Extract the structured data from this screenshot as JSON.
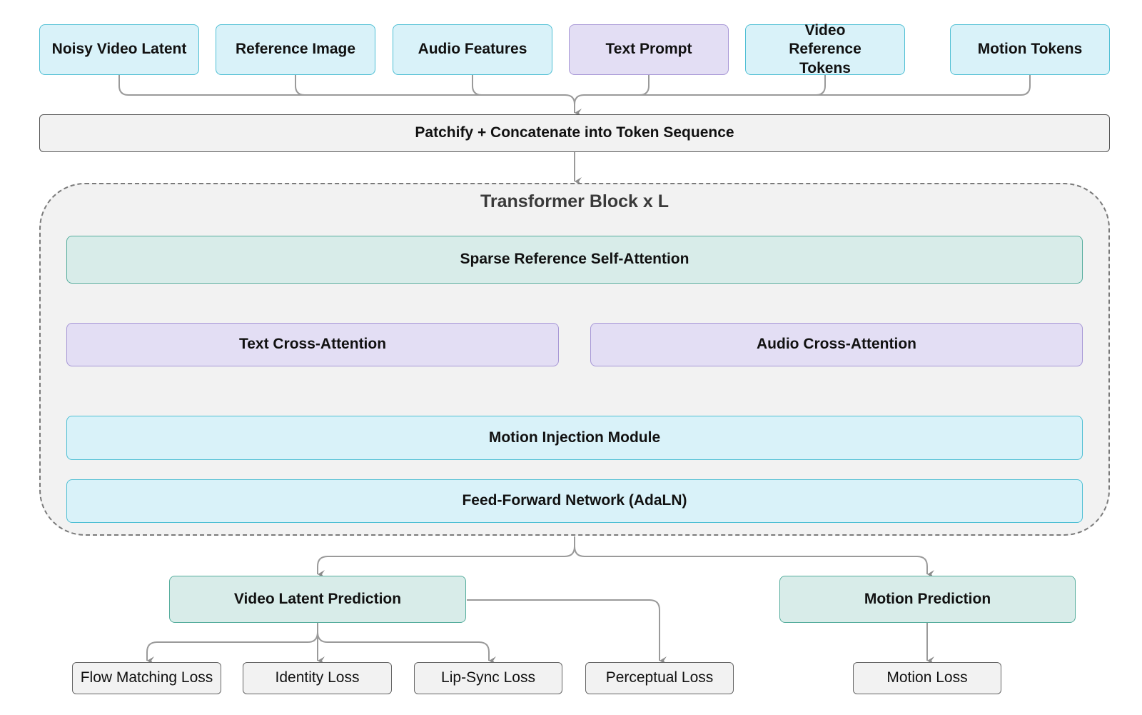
{
  "inputs": {
    "noisy_video_latent": "Noisy Video Latent",
    "reference_image": "Reference Image",
    "audio_features": "Audio Features",
    "text_prompt": "Text Prompt",
    "video_reference_tokens": "Video Reference Tokens",
    "motion_tokens": "Motion Tokens"
  },
  "patchify": "Patchify + Concatenate into Token Sequence",
  "transformer": {
    "title": "Transformer Block x L",
    "sparse_attention": "Sparse Reference Self-Attention",
    "text_cross_attention": "Text Cross-Attention",
    "audio_cross_attention": "Audio Cross-Attention",
    "motion_injection": "Motion Injection Module",
    "feed_forward": "Feed-Forward Network (AdaLN)"
  },
  "outputs": {
    "video_latent_prediction": "Video Latent Prediction",
    "motion_prediction": "Motion Prediction"
  },
  "losses": {
    "flow_matching": "Flow Matching Loss",
    "identity": "Identity Loss",
    "lip_sync": "Lip-Sync Loss",
    "perceptual": "Perceptual Loss",
    "motion": "Motion Loss"
  },
  "colors": {
    "cyan_fill": "#d9f2f9",
    "cyan_border": "#4fbfd4",
    "lavender_fill": "#e3def4",
    "lavender_border": "#a797d6",
    "teal_fill": "#d8ece9",
    "teal_border": "#56ad9d",
    "connector": "#8c8c8c"
  }
}
